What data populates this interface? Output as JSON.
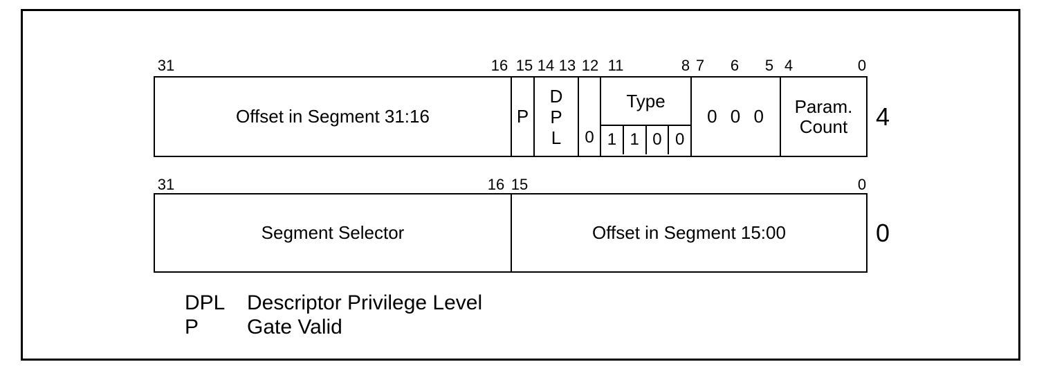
{
  "colors": {
    "ink": "#000000",
    "background": "#ffffff"
  },
  "high_dword": {
    "bit_labels": {
      "b31": "31",
      "b16": "16",
      "b15": "15",
      "b14": "14",
      "b13": "13",
      "b12": "12",
      "b11": "11",
      "b8": "8",
      "b7": "7",
      "b6": "6",
      "b5": "5",
      "b4": "4",
      "b0": "0"
    },
    "offset_high_field": "Offset in Segment 31:16",
    "p_flag": "P",
    "dpl_field": "DPL",
    "bit12_value": "0",
    "type_field": {
      "label": "Type",
      "bits": {
        "bit11": "1",
        "bit10": "1",
        "bit9": "0",
        "bit8": "0"
      }
    },
    "reserved_zeros": "0 0 0",
    "param_count_field": "Param. Count",
    "byte_offset": "4"
  },
  "low_dword": {
    "bit_labels": {
      "b31": "31",
      "b16": "16",
      "b15": "15",
      "b0": "0"
    },
    "segment_selector_field": "Segment Selector",
    "offset_low_field": "Offset in Segment 15:00",
    "byte_offset": "0"
  },
  "legend": [
    {
      "term": "DPL",
      "definition": "Descriptor Privilege Level"
    },
    {
      "term": "P",
      "definition": "Gate Valid"
    }
  ]
}
